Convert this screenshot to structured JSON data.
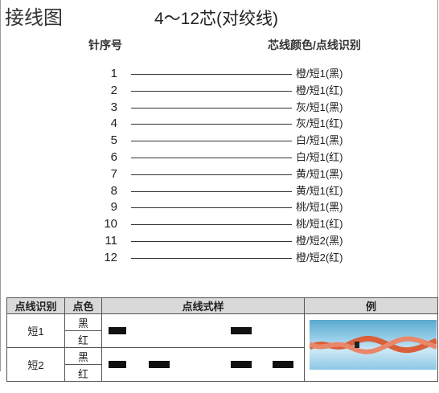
{
  "header": {
    "title": "接线图",
    "subtitle": "4〜12芯(对绞线)"
  },
  "columns": {
    "pin": "针序号",
    "color": "芯线颜色/点线识别"
  },
  "wires": [
    {
      "pin": "1",
      "label": "橙/短1(黑)"
    },
    {
      "pin": "2",
      "label": "橙/短1(红)"
    },
    {
      "pin": "3",
      "label": "灰/短1(黑)"
    },
    {
      "pin": "4",
      "label": "灰/短1(红)"
    },
    {
      "pin": "5",
      "label": "白/短1(黑)"
    },
    {
      "pin": "6",
      "label": "白/短1(红)"
    },
    {
      "pin": "7",
      "label": "黄/短1(黑)"
    },
    {
      "pin": "8",
      "label": "黄/短1(红)"
    },
    {
      "pin": "9",
      "label": "桃/短1(黑)"
    },
    {
      "pin": "10",
      "label": "桃/短1(红)"
    },
    {
      "pin": "11",
      "label": "橙/短2(黑)"
    },
    {
      "pin": "12",
      "label": "橙/短2(红)"
    }
  ],
  "legend": {
    "headers": [
      "点线识别",
      "点色",
      "点线式样",
      "例"
    ],
    "rows": [
      {
        "id": "短1",
        "colors": [
          "黑",
          "红"
        ]
      },
      {
        "id": "短2",
        "colors": [
          "黑",
          "红"
        ]
      }
    ]
  },
  "colors": {
    "header_bg": "#d9d9d9",
    "mark": "#111111"
  }
}
